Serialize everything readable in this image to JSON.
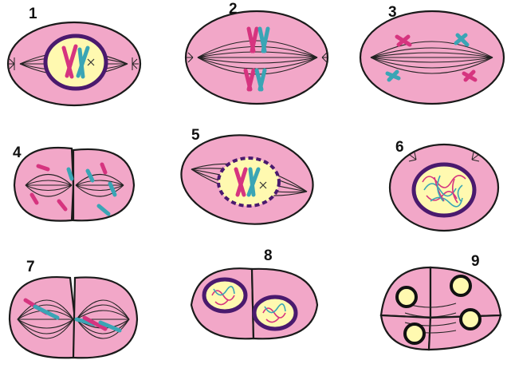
{
  "figure": {
    "panels": [
      {
        "label": "1"
      },
      {
        "label": "2"
      },
      {
        "label": "3"
      },
      {
        "label": "4"
      },
      {
        "label": "5"
      },
      {
        "label": "6"
      },
      {
        "label": "7"
      },
      {
        "label": "8"
      },
      {
        "label": "9"
      }
    ]
  },
  "colors": {
    "cell_fill": "#f2a7c8",
    "outline": "#1a1a1a",
    "nucleus_fill": "#fff9b0",
    "envelope": "#4a1a6e",
    "chrom_magenta": "#d6347f",
    "chrom_teal": "#3aa5b5"
  }
}
